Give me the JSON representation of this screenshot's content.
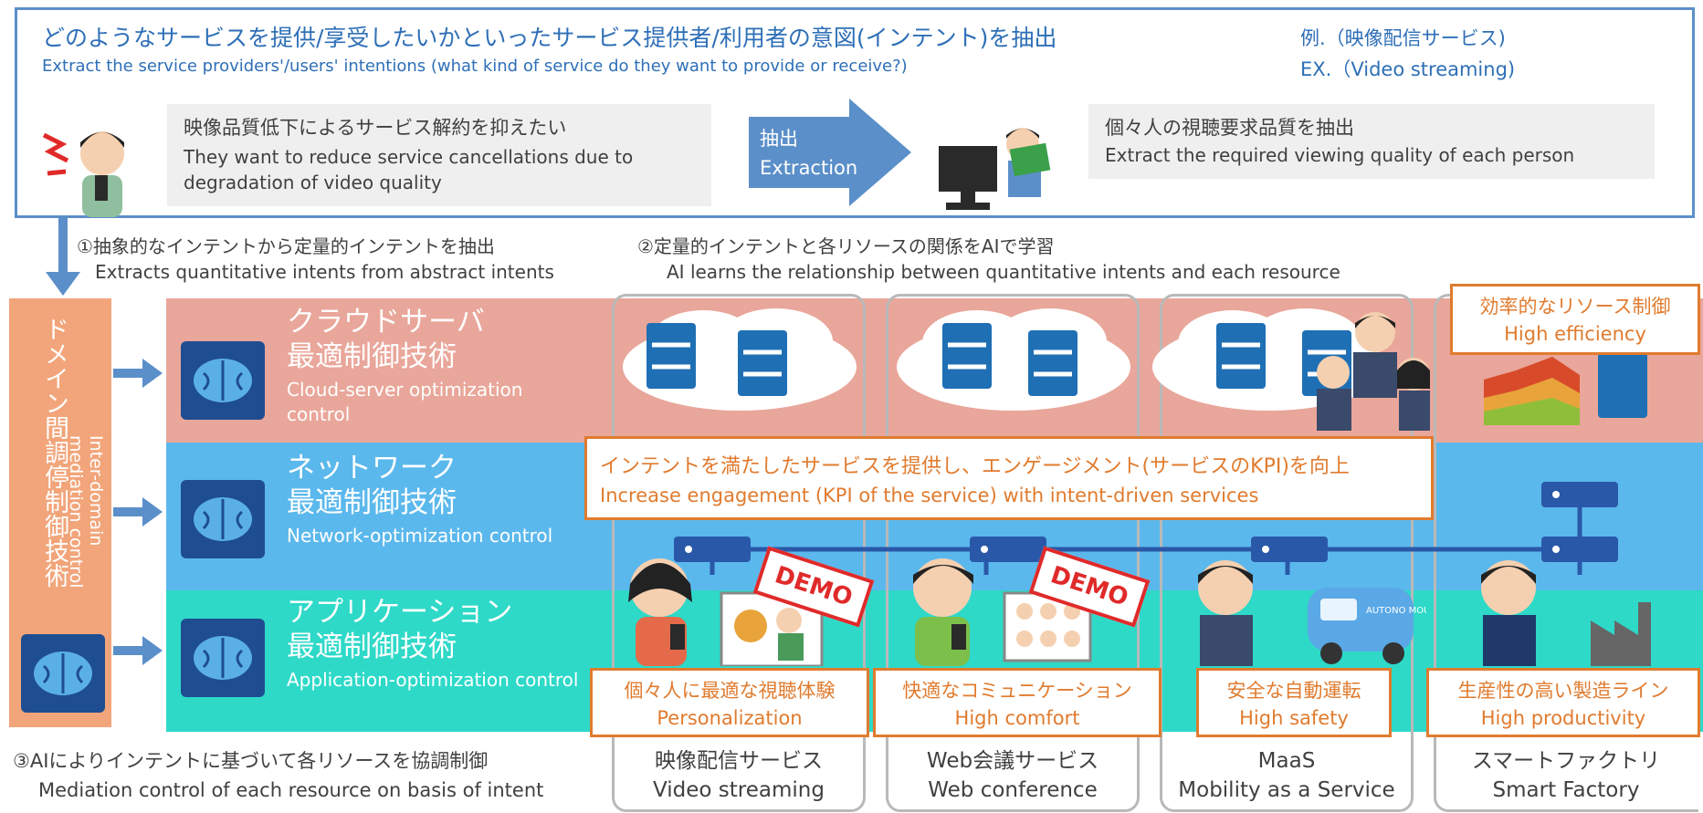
{
  "top": {
    "title_ja": "どのようなサービスを提供/享受したいかといったサービス提供者/利用者の意図(インテント)を抽出",
    "title_en": "Extract the service providers'/users' intentions (what kind of service do they want to provide or receive?)",
    "example_ja": "例.（映像配信サービス)",
    "example_en": "EX.（Video streaming)",
    "card_left_ja": "映像品質低下によるサービス解約を抑えたい",
    "card_left_en": "They want to reduce service cancellations due to degradation of video quality",
    "extract_ja": "抽出",
    "extract_en": "Extraction",
    "card_right_ja": "個々人の視聴要求品質を抽出",
    "card_right_en": "Extract the required viewing quality of each person"
  },
  "steps": {
    "step1_ja": "①抽象的なインテントから定量的インテントを抽出",
    "step1_en": "Extracts quantitative intents from abstract intents",
    "step2_ja": "②定量的インテントと各リソースの関係をAIで学習",
    "step2_en": "AI learns the relationship between quantitative intents and each resource",
    "step3_ja": "③AIによりインテントに基づいて各リソースを協調制御",
    "step3_en": "Mediation control of each resource on basis of intent"
  },
  "mediation": {
    "label_ja": "ドメイン間調停制御技術",
    "label_en": "Inter-domain mediation control"
  },
  "layers": [
    {
      "title_ja1": "クラウドサーバ",
      "title_ja2": "最適制御技術",
      "en": "Cloud-server optimization control"
    },
    {
      "title_ja1": "ネットワーク",
      "title_ja2": "最適制御技術",
      "en": "Network-optimization control"
    },
    {
      "title_ja1": "アプリケーション",
      "title_ja2": "最適制御技術",
      "en": "Application-optimization control"
    }
  ],
  "efficiency": {
    "ja": "効率的なリソース制御",
    "en": "High efficiency"
  },
  "engagement": {
    "ja": "インテントを満たしたサービスを提供し、エンゲージメント(サービスのKPI)を向上",
    "en": "Increase engagement (KPI of the service) with intent-driven services"
  },
  "demo_label": "DEMO",
  "bus_sign": "AUTONO MOUS",
  "services": [
    {
      "benefit_ja": "個々人に最適な視聴体験",
      "benefit_en": "Personalization",
      "name_ja": "映像配信サービス",
      "name_en": "Video streaming"
    },
    {
      "benefit_ja": "快適なコミュニケーション",
      "benefit_en": "High comfort",
      "name_ja": "Web会議サービス",
      "name_en": "Web conference"
    },
    {
      "benefit_ja": "安全な自動運転",
      "benefit_en": "High safety",
      "name_ja": "MaaS",
      "name_en": "Mobility as a Service"
    },
    {
      "benefit_ja": "生産性の高い製造ライン",
      "benefit_en": "High productivity",
      "name_ja": "スマートファクトリ",
      "name_en": "Smart Factory"
    }
  ],
  "colors": {
    "accent_blue": "#5b8fc9",
    "cloud_layer": "#e9a69a",
    "network_layer": "#5bb8ec",
    "app_layer": "#2ed9c8",
    "mediation": "#f2a57a",
    "orange": "#e07b2e",
    "demo_red": "#e02a2a"
  }
}
